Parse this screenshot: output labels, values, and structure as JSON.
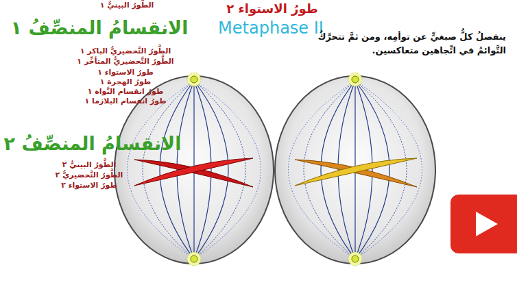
{
  "diagram": {
    "title": "طورُ الاستواء ٢",
    "labels": [
      "الطَّورُ البينيُّ ١",
      "الانقسامُ المنصِّفُ ١",
      "الطَّورُ التَّحضيريُّ الباكر ١",
      "الطَّورُ التَّحضيريُّ المتأخِّر ١",
      "طورُ الاستواء ١",
      "طورُ الهجرة ١",
      "طورُ انقسام النَّواة ١",
      "طورُ انقسام البلازما ١",
      "الانقسامُ المنصِّفُ ٢",
      "الطَّورُ البينيُّ ٢",
      "الطَّورُ التَّحضيريُّ ٢",
      "طورُ الاستواء ٢",
      "Metaphase II",
      "ينفصلُ كلُّ صبغيٍّ عن توأمِه، ومن ثمَّ تتحرَّكُ التَّوائمُ في اتِّجاهين متعاكسين."
    ]
  }
}
